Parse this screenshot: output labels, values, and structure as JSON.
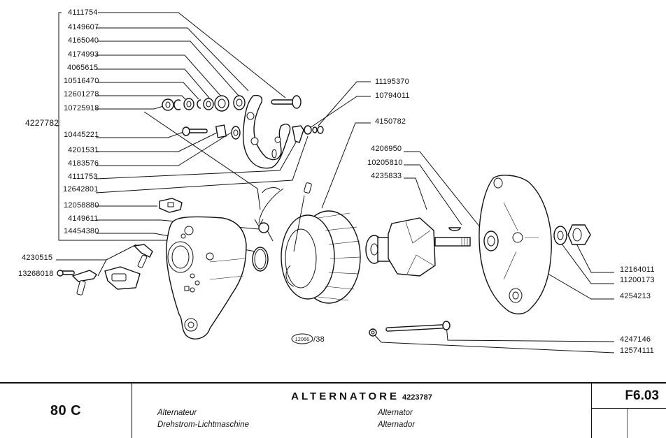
{
  "diagram": {
    "title": "Alternatore exploded view",
    "group_part_number": "4227782",
    "left_labels": [
      {
        "id": "4111754"
      },
      {
        "id": "4149607"
      },
      {
        "id": "4165040"
      },
      {
        "id": "4174993"
      },
      {
        "id": "4065615"
      },
      {
        "id": "10516470"
      },
      {
        "id": "12601278"
      },
      {
        "id": "10725918"
      },
      {
        "id": "10445221"
      },
      {
        "id": "4201531"
      },
      {
        "id": "4183576"
      },
      {
        "id": "4111753"
      },
      {
        "id": "12642801"
      },
      {
        "id": "12058880"
      },
      {
        "id": "4149611"
      },
      {
        "id": "14454380"
      }
    ],
    "lower_left_labels": [
      {
        "id": "4230515"
      },
      {
        "id": "13268018"
      }
    ],
    "upper_center_labels": [
      {
        "id": "11195370"
      },
      {
        "id": "10794011"
      },
      {
        "id": "4150782"
      }
    ],
    "center_right_labels": [
      {
        "id": "4206950"
      },
      {
        "id": "10205810"
      },
      {
        "id": "4235833"
      }
    ],
    "right_labels": [
      {
        "id": "12164011"
      },
      {
        "id": "11200173"
      },
      {
        "id": "4254213"
      },
      {
        "id": "4247146"
      },
      {
        "id": "12574111"
      }
    ],
    "figure_ref": {
      "circled": "12066",
      "suffix": "/38"
    }
  },
  "title_block": {
    "model": "80 C",
    "title_it": "ALTERNATORE",
    "title_code": "4223787",
    "title_fr": "Alternateur",
    "title_de": "Drehstrom-Lichtmaschine",
    "title_en": "Alternator",
    "title_es": "Alternador",
    "sheet_code": "F6.03"
  }
}
